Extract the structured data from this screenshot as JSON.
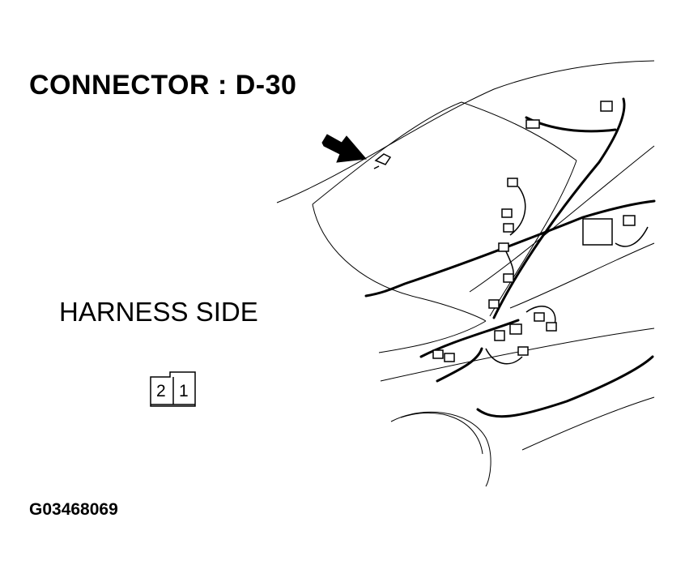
{
  "title": "CONNECTOR : D-30",
  "side_label": "HARNESS SIDE",
  "connector": {
    "pins": [
      "2",
      "1"
    ]
  },
  "reference_code": "G03468069"
}
